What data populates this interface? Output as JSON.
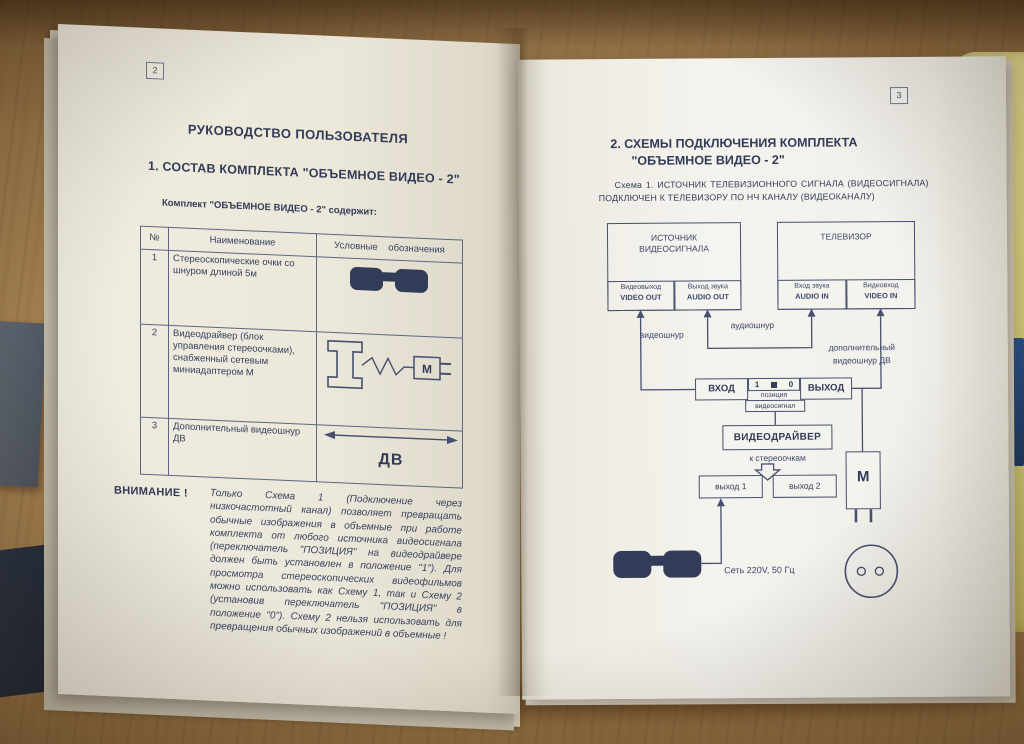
{
  "palette": {
    "ink": "#323b58",
    "page": "#f0ede1",
    "wood": "#a5824f",
    "foam": "#d8d280"
  },
  "icons": {
    "glasses": "stereo-glasses-icon",
    "videodriver": "videodriver-plug-icon",
    "cord_arrow": "double-arrow-icon",
    "power_outlet": "power-outlet-icon"
  },
  "book": {
    "left_page": {
      "page_number": "2",
      "title": "РУКОВОДСТВО ПОЛЬЗОВАТЕЛЯ",
      "section_heading": "1. СОСТАВ КОМПЛЕКТА \"ОБЪЕМНОЕ ВИДЕО - 2\"",
      "intro": "Комплект \"ОБЪЕМНОЕ ВИДЕО - 2\" содержит:",
      "table": {
        "col_num": "№",
        "col_name": "Наименование",
        "col_symbol": "Условные обозначения",
        "rows": [
          {
            "num": "1",
            "name": "Стереоскопические очки со шнуром длиной 5м"
          },
          {
            "num": "2",
            "name": "Видеодрайвер (блок управления стереоочками), снабженный сетевым миниадаптером М",
            "adapter_label": "М"
          },
          {
            "num": "3",
            "name": "Дополнительный видеошнур ДВ",
            "cord_label": "ДВ"
          }
        ]
      },
      "attention_label": "ВНИМАНИЕ !",
      "attention_text": "Только Схема 1 (Подключение через низкочастотный канал) позволяет превращать обычные изображения в объемные при работе комплекта от любого источника видеосигнала (переключатель \"ПОЗИЦИЯ\" на видеодрайвере должен быть установлен в положение \"1\"). Для просмотра стереоскопических видеофильмов можно использовать как Схему 1, так и Схему 2 (установив переключатель \"ПОЗИЦИЯ\" в положение \"0\"). Схему 2 нельзя использовать для превращения обычных изображений в объемные !"
    },
    "right_page": {
      "page_number": "3",
      "section_heading_line1": "2. СХЕМЫ ПОДКЛЮЧЕНИЯ КОМПЛЕКТА",
      "section_heading_line2": "\"ОБЪЕМНОЕ ВИДЕО - 2\"",
      "schema_caption": "Схема 1. ИСТОЧНИК ТЕЛЕВИЗИОННОГО СИГНАЛА (ВИДЕОСИГНАЛА) ПОДКЛЮЧЕН К ТЕЛЕВИЗОРУ ПО НЧ КАНАЛУ (ВИДЕОКАНАЛУ)",
      "diagram": {
        "source_title_line1": "ИСТОЧНИК",
        "source_title_line2": "ВИДЕОСИГНАЛА",
        "tv_title": "ТЕЛЕВИЗОР",
        "video_out_ru": "Видеовыход",
        "video_out_en": "VIDEO OUT",
        "audio_out_ru": "Выход звука",
        "audio_out_en": "AUDIO OUT",
        "audio_in_ru": "Вход звука",
        "audio_in_en": "AUDIO IN",
        "video_in_ru": "Видеовход",
        "video_in_en": "VIDEO IN",
        "video_cord_label": "видеошнур",
        "audio_cord_label": "аудиошнур",
        "extra_cord_label_line1": "дополнительный",
        "extra_cord_label_line2": "видеошнур ДВ",
        "input_label": "ВХОД",
        "switch_left": "1",
        "switch_right": "0",
        "switch_caption": "позиция",
        "switch_sub_caption": "видеосигнал",
        "output_label": "ВЫХОД",
        "driver_label": "ВИДЕОДРАЙВЕР",
        "to_glasses_label": "к стереоочкам",
        "out1_label": "выход 1",
        "out2_label": "выход 2",
        "adapter_label": "М",
        "power_label": "Сеть 220V, 50 Гц"
      }
    }
  }
}
